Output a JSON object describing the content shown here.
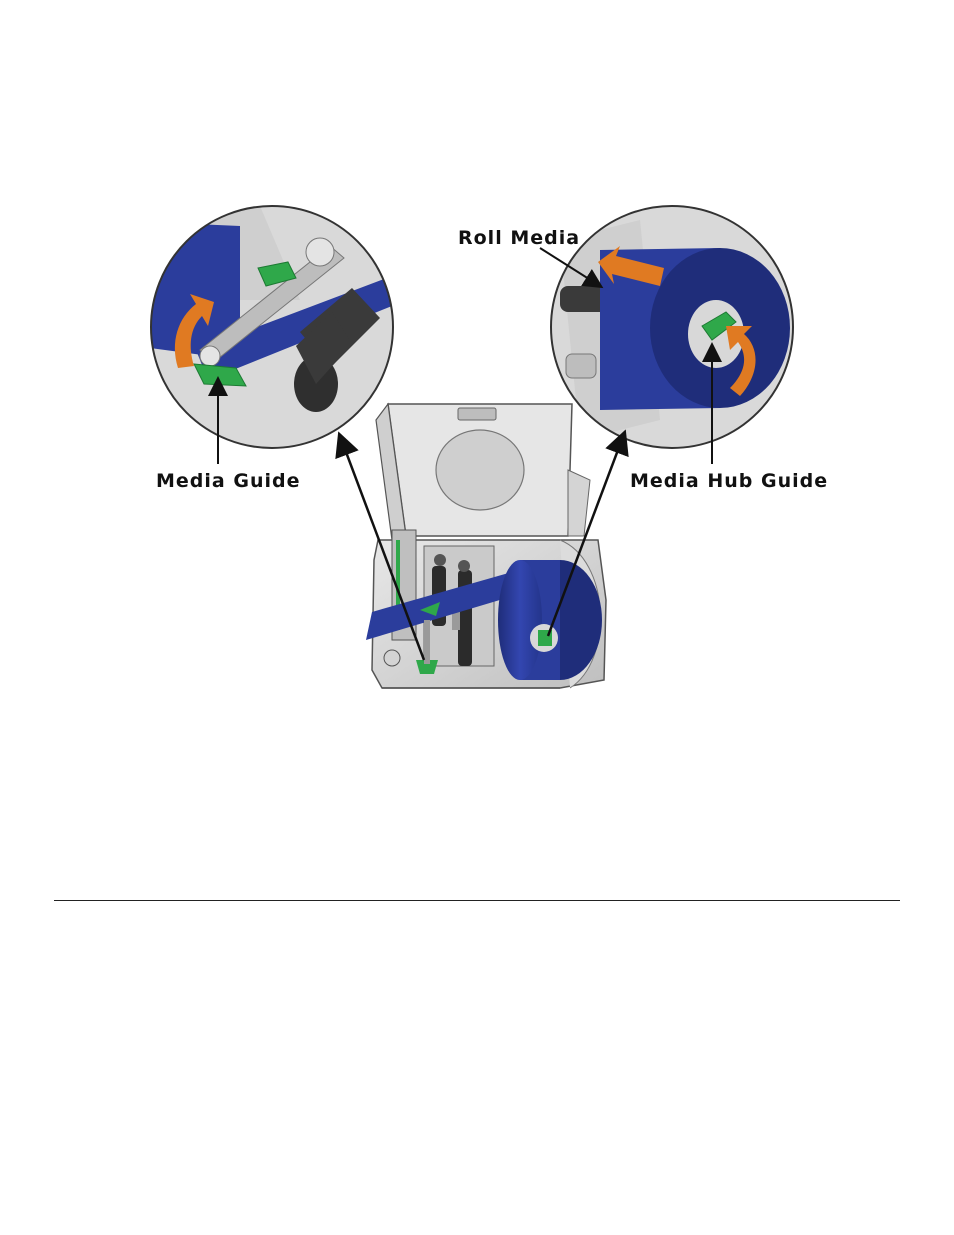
{
  "callouts": {
    "media_guide": "Media Guide",
    "roll_media": "Roll Media",
    "media_hub_guide": "Media Hub Guide"
  },
  "colors": {
    "media_blue": "#2b3d9c",
    "media_blue_dark": "#1f2d7a",
    "guide_green": "#2fa84a",
    "arrow_orange": "#e07a22",
    "printer_gray": "#d8d8d8",
    "printer_dark": "#3a3a3a"
  },
  "icons": {
    "rotate_arrow": "curved-arrow-icon",
    "direction_arrow": "straight-arrow-icon",
    "leader_arrow": "leader-arrow-icon"
  }
}
